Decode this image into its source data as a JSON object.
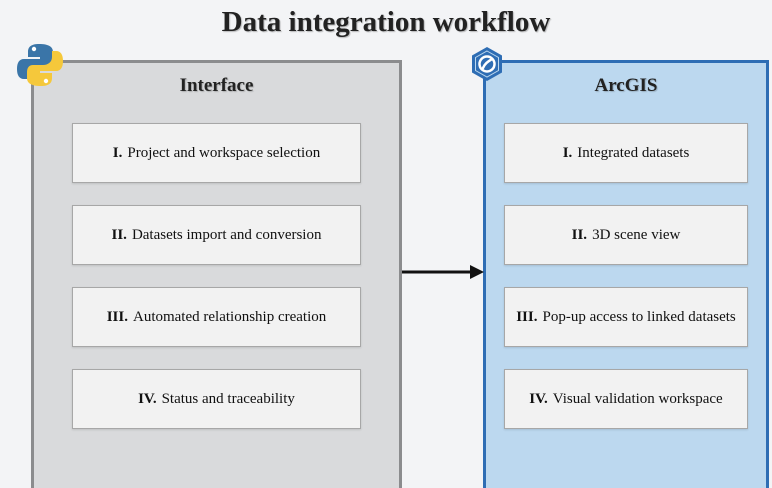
{
  "title": "Data integration workflow",
  "icons": {
    "python": "python-logo-icon",
    "arcgis": "arcgis-logo-icon"
  },
  "colors": {
    "left_panel_fill": "#d9dadc",
    "left_panel_border": "#8b8c8e",
    "right_panel_fill": "#bcd8ef",
    "right_panel_border": "#2e6db4",
    "python_blue": "#3a75a8",
    "python_yellow": "#f5c83b",
    "arcgis_blue": "#2e6db4"
  },
  "left_panel": {
    "heading": "Interface",
    "steps": [
      {
        "num": "I.",
        "text": "Project and workspace selection"
      },
      {
        "num": "II.",
        "text": "Datasets import and conversion"
      },
      {
        "num": "III.",
        "text": "Automated relationship creation"
      },
      {
        "num": "IV.",
        "text": "Status and traceability"
      }
    ]
  },
  "right_panel": {
    "heading": "ArcGIS",
    "steps": [
      {
        "num": "I.",
        "text": "Integrated datasets"
      },
      {
        "num": "II.",
        "text": "3D scene view"
      },
      {
        "num": "III.",
        "text": "Pop-up access to linked datasets"
      },
      {
        "num": "IV.",
        "text": "Visual validation workspace"
      }
    ]
  }
}
